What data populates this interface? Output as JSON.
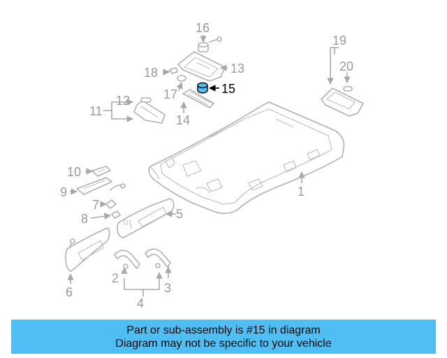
{
  "diagram": {
    "highlighted_part": "15",
    "callouts": [
      "1",
      "2",
      "3",
      "4",
      "5",
      "6",
      "7",
      "8",
      "9",
      "10",
      "11",
      "12",
      "13",
      "14",
      "15",
      "16",
      "17",
      "18",
      "19",
      "20"
    ]
  },
  "banner": {
    "line1": "Part or sub-assembly is #15 in diagram",
    "line2": "Diagram may not be specific to your vehicle",
    "color": "#4fbef2"
  }
}
